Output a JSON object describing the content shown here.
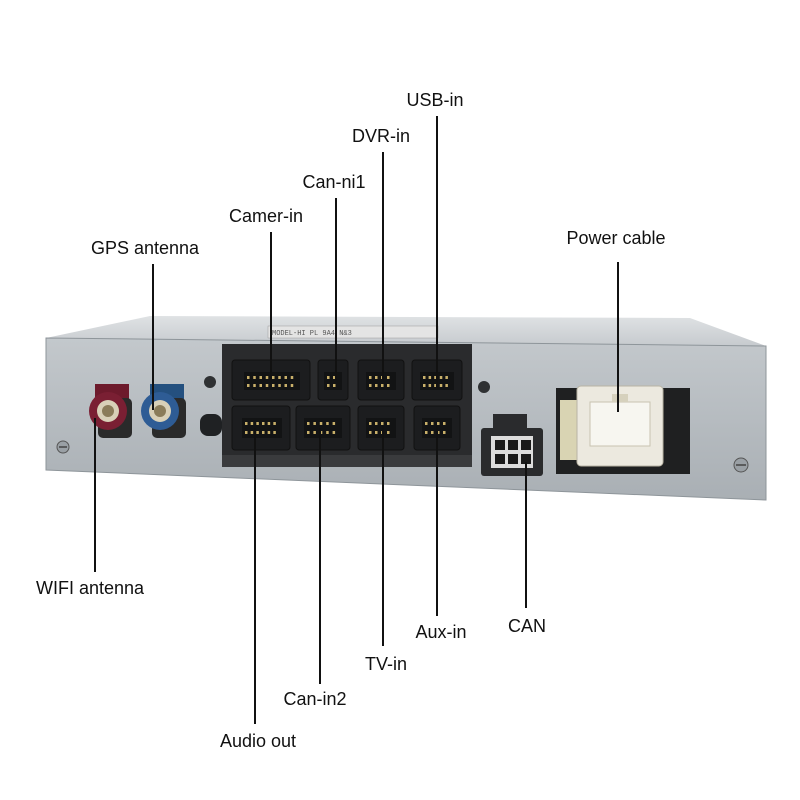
{
  "labels": {
    "usb_in": "USB-in",
    "dvr_in": "DVR-in",
    "can_ni1": "Can-ni1",
    "camer_in": "Camer-in",
    "gps_antenna": "GPS antenna",
    "power_cable": "Power cable",
    "wifi_antenna": "WIFI antenna",
    "aux_in": "Aux-in",
    "can": "CAN",
    "tv_in": "TV-in",
    "can_in2": "Can-in2",
    "audio_out": "Audio out"
  },
  "device_sticker_text": "MODEL-HI PL  9A4  N&3",
  "colors": {
    "wifi_connector": "#7a1f33",
    "gps_connector": "#2e5c95",
    "box_body": "#b9bfc5",
    "box_top": "#cfd3d6",
    "port_panel": "#2a2b2d",
    "power_connector": "#e9e6dc"
  }
}
